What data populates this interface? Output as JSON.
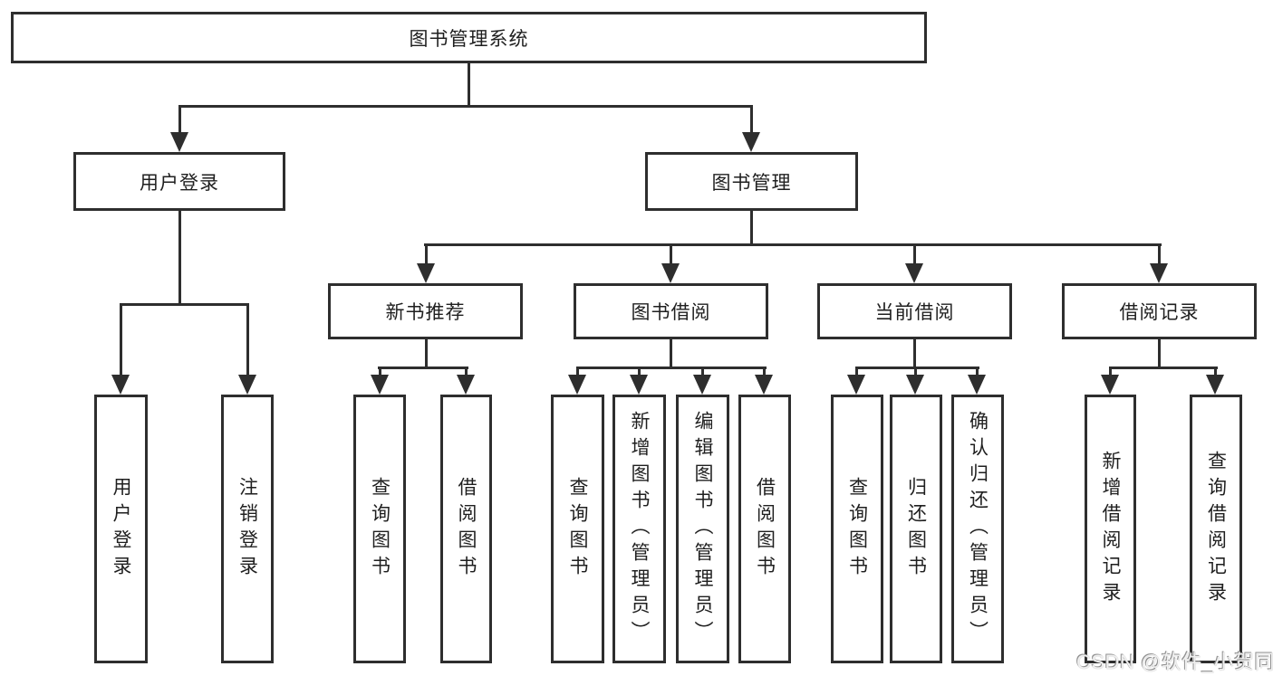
{
  "diagram": {
    "root": "图书管理系统",
    "branches": {
      "user_login": {
        "label": "用户登录",
        "children": [
          "用户登录",
          "注销登录"
        ]
      },
      "book_mgmt": {
        "label": "图书管理",
        "groups": {
          "new_books": {
            "label": "新书推荐",
            "children": [
              "查询图书",
              "借阅图书"
            ]
          },
          "book_borrow": {
            "label": "图书借阅",
            "children": [
              "查询图书",
              "新增图书（管理员）",
              "编辑图书（管理员）",
              "借阅图书"
            ]
          },
          "current_borrow": {
            "label": "当前借阅",
            "children": [
              "查询图书",
              "归还图书",
              "确认归还（管理员）"
            ]
          },
          "borrow_records": {
            "label": "借阅记录",
            "children": [
              "新增借阅记录",
              "查询借阅记录"
            ]
          }
        }
      }
    }
  },
  "watermark": {
    "text": "CSDN @软件_小贺同学"
  },
  "colors": {
    "line": "#2e2e2e",
    "text": "#1f1f1f",
    "background": "#ffffff"
  }
}
